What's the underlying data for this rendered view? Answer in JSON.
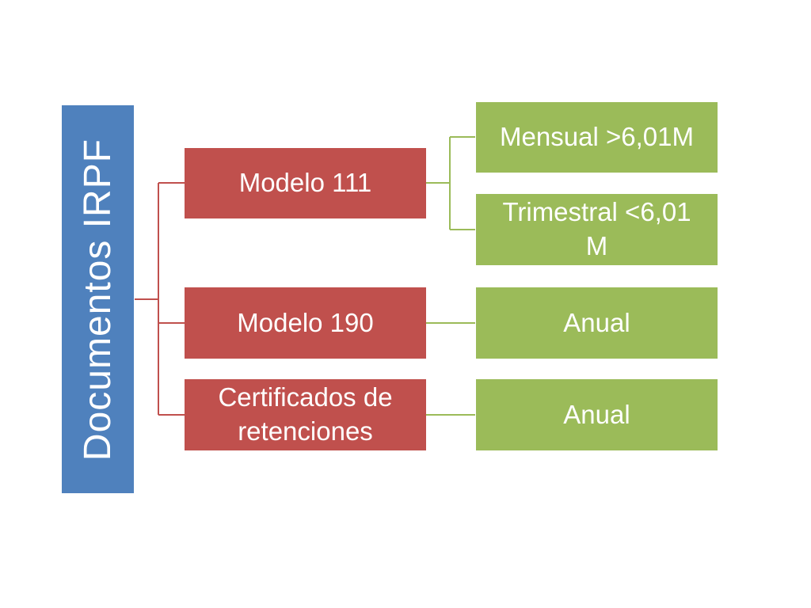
{
  "root": {
    "label": "Documentos IRPF",
    "color": "#4f81bd"
  },
  "level1": [
    {
      "label": "Modelo 111"
    },
    {
      "label": "Modelo 190"
    },
    {
      "label": "Certificados de retenciones"
    }
  ],
  "level2": [
    {
      "label": "Mensual >6,01M",
      "parent": "Modelo 111"
    },
    {
      "label": "Trimestral <6,01 M",
      "parent": "Modelo 111"
    },
    {
      "label": "Anual",
      "parent": "Modelo 190"
    },
    {
      "label": "Anual",
      "parent": "Certificados de retenciones"
    }
  ],
  "colors": {
    "level1": "#c0504d",
    "level2": "#9bbb59",
    "connector_red": "#c0504d",
    "connector_green": "#9bbb59"
  }
}
